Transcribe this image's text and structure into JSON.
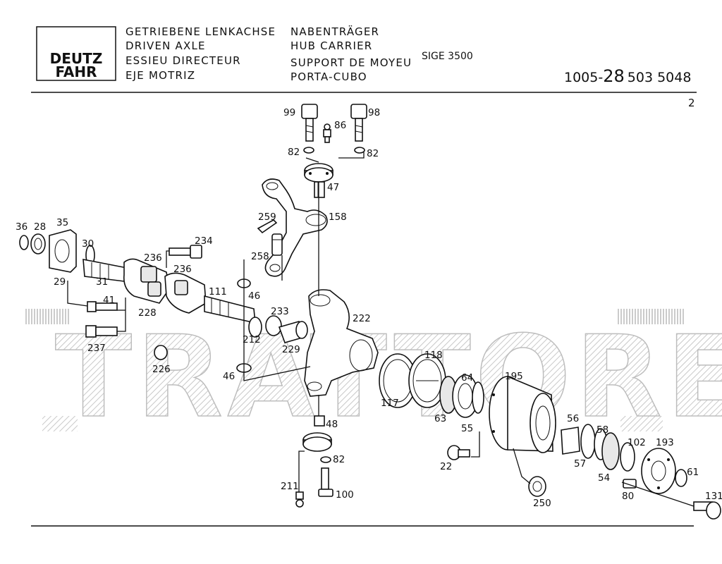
{
  "header": {
    "brand_line1": "DEUTZ",
    "brand_line2": "FAHR",
    "group_de": "GETRIEBENE LENKACHSE",
    "group_en": "DRIVEN AXLE",
    "group_fr": "ESSIEU DIRECTEUR",
    "group_es": "EJE MOTRIZ",
    "part_de": "NABENTRÄGER",
    "part_en": "HUB CARRIER",
    "part_fr": "SUPPORT DE MOYEU",
    "part_es": "PORTA-CUBO",
    "model": "SIGE 3500",
    "doc_prefix": "1005-",
    "doc_big": "28",
    "doc_suffix": "503 5048",
    "page_no": "2"
  },
  "watermark": "TRATTORE.IT",
  "callouts": [
    "99",
    "86",
    "98",
    "82",
    "82",
    "47",
    "158",
    "259",
    "258",
    "46",
    "36",
    "28",
    "35",
    "30",
    "234",
    "236",
    "236",
    "31",
    "29",
    "111",
    "41",
    "228",
    "233",
    "212",
    "222",
    "229",
    "237",
    "226",
    "118",
    "195",
    "46",
    "117",
    "64",
    "63",
    "56",
    "58",
    "55",
    "102",
    "193",
    "57",
    "22",
    "48",
    "82",
    "54",
    "61",
    "211",
    "100",
    "250",
    "80",
    "131"
  ]
}
